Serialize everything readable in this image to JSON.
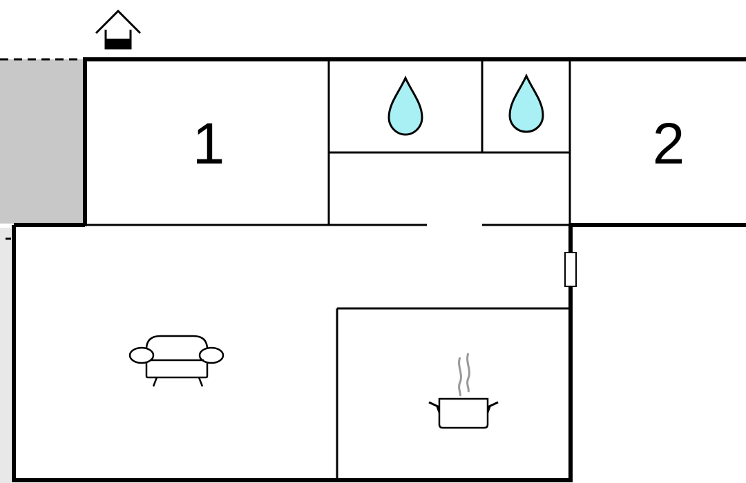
{
  "floorplan": {
    "rooms": [
      {
        "id": "bedroom-1",
        "label": "1",
        "icon": "none"
      },
      {
        "id": "bathroom-a",
        "label": "",
        "icon": "water-drop-icon"
      },
      {
        "id": "bathroom-b",
        "label": "",
        "icon": "water-drop-icon"
      },
      {
        "id": "hallway",
        "label": "",
        "icon": "none"
      },
      {
        "id": "bedroom-2",
        "label": "2",
        "icon": "none"
      },
      {
        "id": "living-room",
        "label": "",
        "icon": "sofa-icon"
      },
      {
        "id": "kitchen",
        "label": "",
        "icon": "cooking-pot-icon"
      },
      {
        "id": "terrace",
        "label": "",
        "icon": "none"
      }
    ],
    "entrance_icon": "house-entrance-icon",
    "colors": {
      "wall": "#000000",
      "background": "#ffffff",
      "water": "#a8f0f4",
      "terrace_fill": "#c8c8c8",
      "side_strip": "#e8e8e8",
      "steam": "#999999"
    }
  }
}
